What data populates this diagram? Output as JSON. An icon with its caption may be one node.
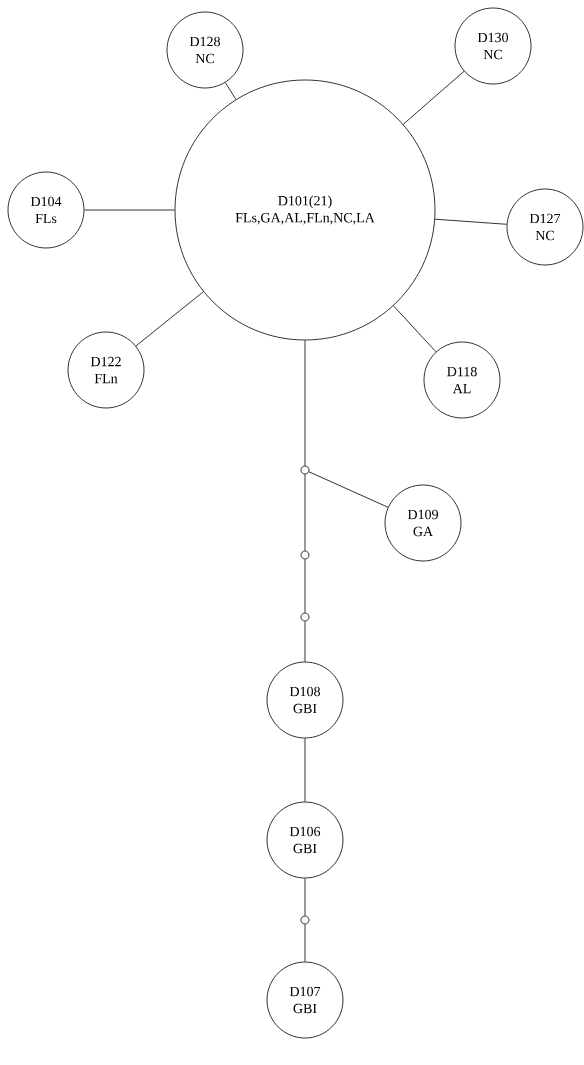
{
  "diagram": {
    "nodes": [
      {
        "text": [
          "D128",
          "NC"
        ]
      },
      {
        "text": [
          "D130",
          "NC"
        ]
      },
      {
        "text": [
          "D101(21)",
          "FLs,GA,AL,FLn,NC,LA"
        ]
      },
      {
        "text": [
          "D104",
          "FLs"
        ]
      },
      {
        "text": [
          "D127",
          "NC"
        ]
      },
      {
        "text": [
          "D122",
          "FLn"
        ]
      },
      {
        "text": [
          "D118",
          "AL"
        ]
      },
      {
        "text": [],
        "shape": "circle"
      },
      {
        "text": [
          "D109",
          "GA"
        ]
      },
      {
        "text": [],
        "shape": "circle"
      },
      {
        "text": [],
        "shape": "circle"
      },
      {
        "text": [
          "D108",
          "GBI"
        ]
      },
      {
        "text": [
          "D106",
          "GBI"
        ]
      },
      {
        "text": [],
        "shape": "circle"
      },
      {
        "text": [
          "D107",
          "GBI"
        ]
      }
    ],
    "edges": [
      {
        "from": 0,
        "to": 2,
        "arrow": "none"
      },
      {
        "from": 1,
        "to": 2,
        "arrow": "none"
      },
      {
        "from": 3,
        "to": 2,
        "arrow": "none"
      },
      {
        "from": 2,
        "to": 4,
        "arrow": "none"
      },
      {
        "from": 5,
        "to": 2,
        "arrow": "none"
      },
      {
        "from": 2,
        "to": 6,
        "arrow": "none"
      },
      {
        "from": 2,
        "to": 7,
        "arrow": "none"
      },
      {
        "from": 7,
        "to": 8,
        "arrow": "none"
      },
      {
        "from": 7,
        "to": 9,
        "arrow": "none"
      },
      {
        "from": 9,
        "to": 10,
        "arrow": "none"
      },
      {
        "from": 10,
        "to": 11,
        "arrow": "none"
      },
      {
        "from": 11,
        "to": 12,
        "arrow": "none"
      },
      {
        "from": 12,
        "to": 13,
        "arrow": "none"
      },
      {
        "from": 13,
        "to": 14,
        "arrow": "none"
      }
    ]
  }
}
